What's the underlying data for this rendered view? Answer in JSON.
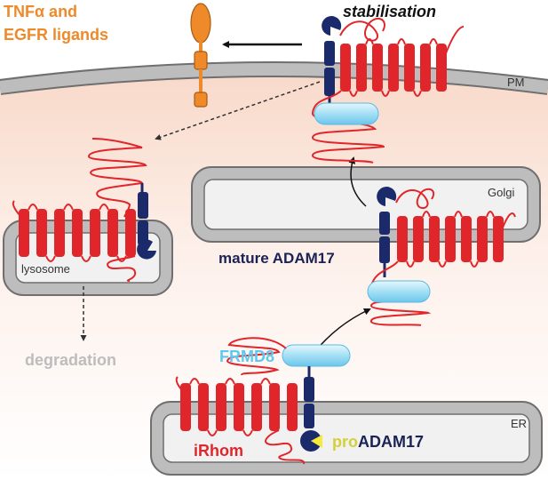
{
  "labels": {
    "ligands_line1": "TNFα and",
    "ligands_line2": "EGFR ligands",
    "stabilisation": "stabilisation",
    "pm": "PM",
    "golgi": "Golgi",
    "mature_adam17": "mature ADAM17",
    "lysosome": "lysosome",
    "degradation": "degradation",
    "frmd8": "FRMD8",
    "er": "ER",
    "irhom": "iRhom",
    "pro_prefix": "pro",
    "pro_suffix": "ADAM17"
  },
  "colors": {
    "irhom": "#e0262a",
    "adam17": "#1b2a6b",
    "frmd8": "#9fdcf4",
    "ligand": "#ee8a2a",
    "membrane": "#bdbdbd",
    "prodomain": "#f4ea3c",
    "cytoplasm": "#fbe9e0"
  }
}
